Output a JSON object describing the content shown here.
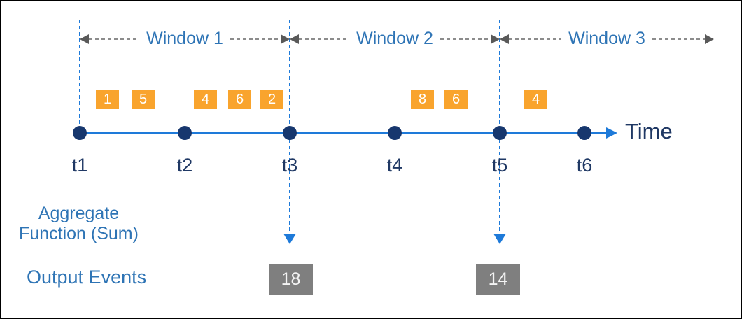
{
  "diagram_type": "tumbling-window-aggregation",
  "windows": [
    {
      "label": "Window 1",
      "from_tick": "t1",
      "to_tick": "t3",
      "event_values": [
        1,
        5,
        4,
        6,
        2
      ]
    },
    {
      "label": "Window 2",
      "from_tick": "t3",
      "to_tick": "t5",
      "event_values": [
        8,
        6
      ]
    },
    {
      "label": "Window 3",
      "from_tick": "t5",
      "to_tick": "",
      "event_values": [
        4
      ]
    }
  ],
  "timeline": {
    "axis_label": "Time",
    "ticks": [
      "t1",
      "t2",
      "t3",
      "t4",
      "t5",
      "t6"
    ]
  },
  "events": [
    {
      "value": "1",
      "window": "Window 1"
    },
    {
      "value": "5",
      "window": "Window 1"
    },
    {
      "value": "4",
      "window": "Window 1"
    },
    {
      "value": "6",
      "window": "Window 1"
    },
    {
      "value": "2",
      "window": "Window 1"
    },
    {
      "value": "8",
      "window": "Window 2"
    },
    {
      "value": "6",
      "window": "Window 2"
    },
    {
      "value": "4",
      "window": "Window 3"
    }
  ],
  "aggregate_label": {
    "line1": "Aggregate",
    "line2": "Function (Sum)"
  },
  "output": {
    "label": "Output Events",
    "events": [
      {
        "value": "18",
        "at_tick": "t3"
      },
      {
        "value": "14",
        "at_tick": "t5"
      }
    ]
  },
  "colors": {
    "accent_blue": "#1e7ad9",
    "navy": "#17376e",
    "text_navy": "#1f3864",
    "label_blue": "#2e74b5",
    "event_orange": "#f9a42d",
    "output_gray": "#7f7f7f",
    "arrowhead_gray": "#595959",
    "dash_gray": "#8c8c8c",
    "border_black": "#000000"
  }
}
